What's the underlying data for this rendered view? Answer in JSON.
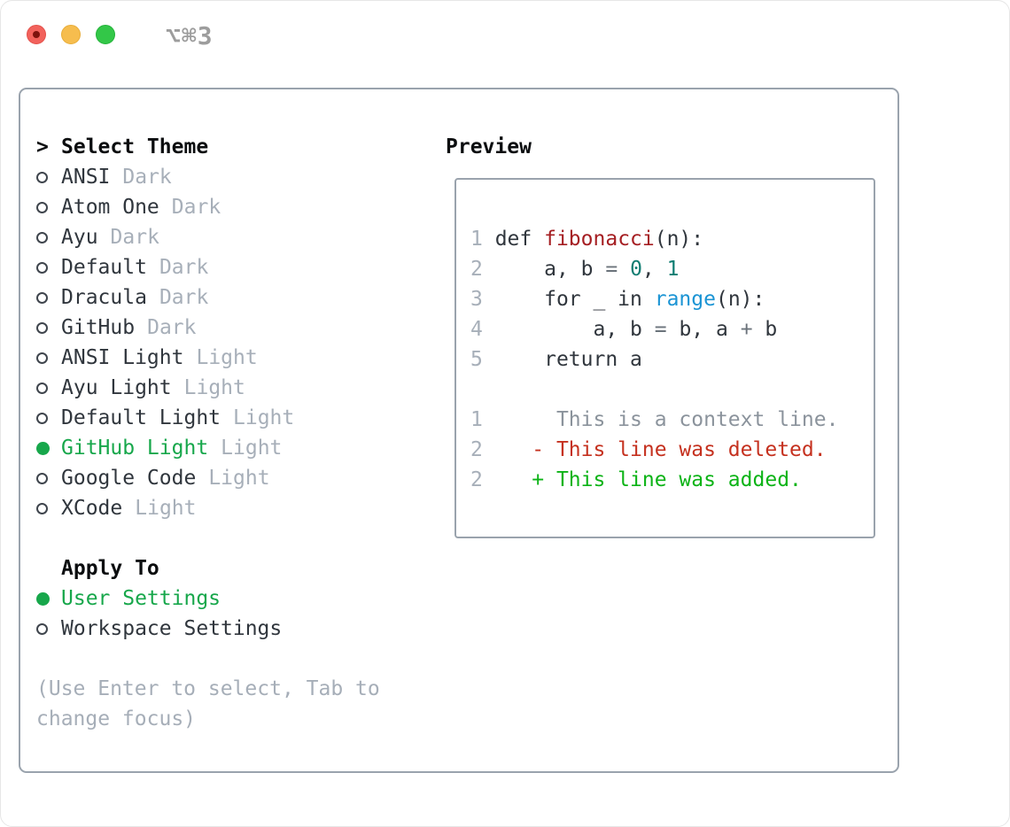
{
  "window": {
    "title": "⌥⌘3",
    "traffic_lights": [
      "close",
      "minimize",
      "zoom"
    ]
  },
  "colors": {
    "accent_green": "#17a74b",
    "diff_added_green": "#0cb316",
    "diff_deleted_red": "#c5311f",
    "function_red": "#a51e22",
    "number_teal": "#0f7d72",
    "builtin_blue": "#1b94d4",
    "muted_gray": "#a7afb9",
    "panel_border": "#9aa3ad"
  },
  "theme_picker": {
    "header": {
      "marker": ">",
      "label": "Select Theme"
    },
    "items": [
      {
        "name": "ANSI",
        "tag": "Dark",
        "selected": false
      },
      {
        "name": "Atom One",
        "tag": "Dark",
        "selected": false
      },
      {
        "name": "Ayu",
        "tag": "Dark",
        "selected": false
      },
      {
        "name": "Default",
        "tag": "Dark",
        "selected": false
      },
      {
        "name": "Dracula",
        "tag": "Dark",
        "selected": false
      },
      {
        "name": "GitHub",
        "tag": "Dark",
        "selected": false
      },
      {
        "name": "ANSI Light",
        "tag": "Light",
        "selected": false
      },
      {
        "name": "Ayu Light",
        "tag": "Light",
        "selected": false
      },
      {
        "name": "Default Light",
        "tag": "Light",
        "selected": false
      },
      {
        "name": "GitHub Light",
        "tag": "Light",
        "selected": true
      },
      {
        "name": "Google Code",
        "tag": "Light",
        "selected": false
      },
      {
        "name": "XCode",
        "tag": "Light",
        "selected": false
      }
    ],
    "apply_to": {
      "label": "Apply To",
      "options": [
        {
          "name": "User Settings",
          "selected": true
        },
        {
          "name": "Workspace Settings",
          "selected": false
        }
      ]
    },
    "hint_line1": "(Use Enter to select, Tab to",
    "hint_line2": "change focus)"
  },
  "preview": {
    "label": "Preview",
    "code": {
      "l1": {
        "n": "1",
        "a": " def ",
        "fn": "fibonacci",
        "b": "(n):"
      },
      "l2": {
        "n": "2",
        "a": "     a, b ",
        "op": "=",
        "b": " ",
        "zero": "0",
        "c": ", ",
        "one": "1"
      },
      "l3": {
        "n": "3",
        "a": "     for _ in ",
        "bi": "range",
        "b": "(n):"
      },
      "l4": {
        "n": "4",
        "a": "         a, b ",
        "op1": "=",
        "b": " b, a ",
        "op2": "+",
        "c": " b"
      },
      "l5": {
        "n": "5",
        "a": "     return a"
      }
    },
    "diff": {
      "d1": {
        "n": "1",
        "t": "      This is a context line."
      },
      "d2": {
        "n": "2",
        "t": "    - This line was deleted."
      },
      "d3": {
        "n": "2",
        "t": "    + This line was added."
      }
    }
  }
}
